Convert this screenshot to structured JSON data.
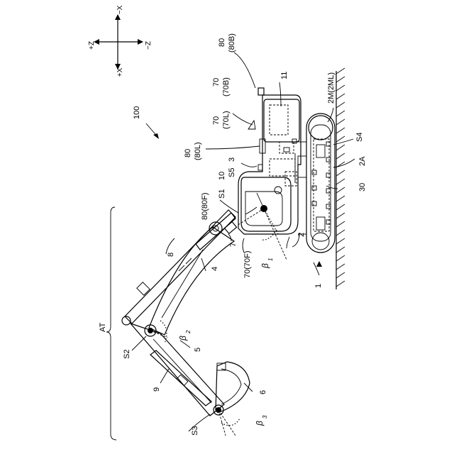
{
  "figure": {
    "axes": {
      "neg_x": "−X",
      "pos_x": "+X",
      "pos_z": "+Z",
      "neg_z": "−Z"
    },
    "labels": {
      "ref_100": "100",
      "ref_1": "1",
      "ref_2": "2",
      "ref_2A": "2A",
      "ref_2M_a": "2M(2ML)",
      "ref_3": "3",
      "ref_4": "4",
      "ref_5": "5",
      "ref_6": "6",
      "ref_7": "7",
      "ref_8": "8",
      "ref_9": "9",
      "ref_10": "10",
      "ref_11": "11",
      "ref_30": "30",
      "ref_AT": "AT",
      "s1": "S1",
      "s2": "S2",
      "s3": "S3",
      "s4": "S4",
      "s5": "S5",
      "ref_80": "80",
      "ref_80B": "(80B)",
      "ref_70a": "70",
      "ref_70B": "(70B)",
      "ref_70b": "70",
      "ref_70L": "(70L)",
      "ref_80c": "80",
      "ref_80L": "(80L)",
      "ref_80F": "80(80F)",
      "ref_70F": "70(70F)",
      "beta1": "β",
      "beta1_sub": "1",
      "beta2": "β",
      "beta2_sub": "2",
      "beta3": "β",
      "beta3_sub": "3"
    }
  }
}
